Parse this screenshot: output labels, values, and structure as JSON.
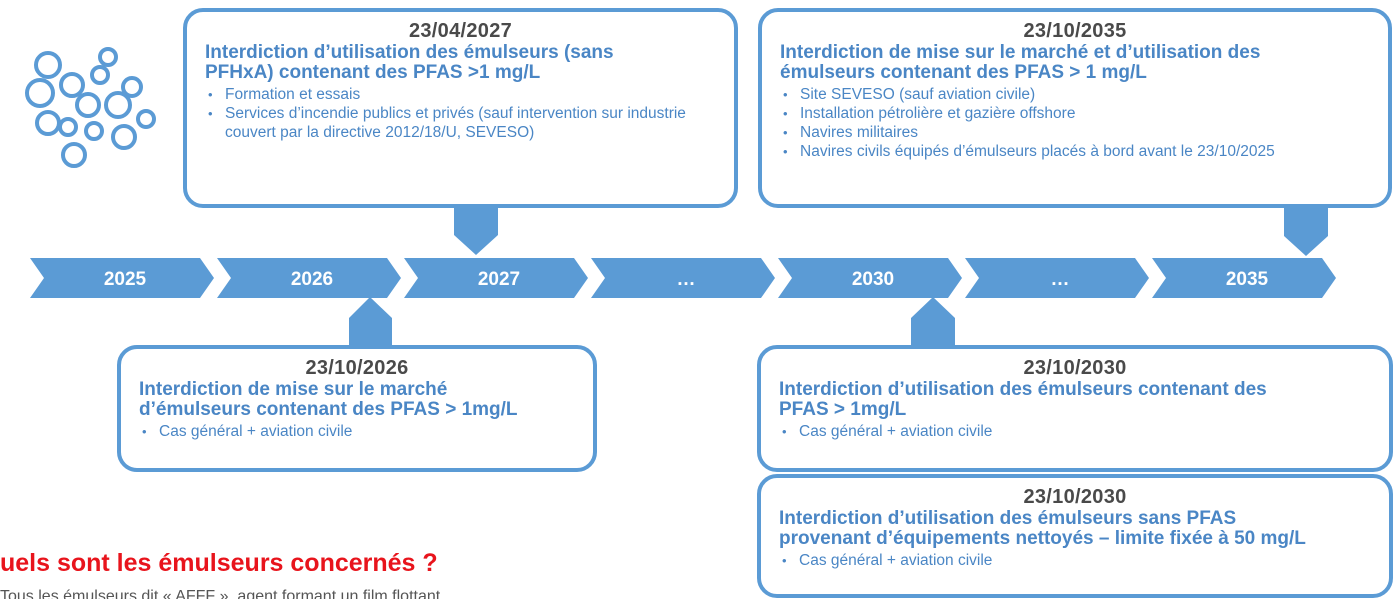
{
  "timeline": {
    "years": [
      "2025",
      "2026",
      "2027",
      "…",
      "2030",
      "…",
      "2035"
    ],
    "colors": {
      "arrow": "#5b9bd5",
      "label": "#ffffff"
    }
  },
  "cards": {
    "c2027": {
      "date": "23/04/2027",
      "title_lines": [
        "Interdiction d’utilisation des émulseurs (sans",
        "PFHxA) contenant des PFAS >1 mg/L"
      ],
      "bullets": [
        "Formation et essais",
        "Services d’incendie publics et privés (sauf intervention sur industrie couvert par la directive 2012/18/U, SEVESO)"
      ]
    },
    "c2035": {
      "date": "23/10/2035",
      "title_lines": [
        "Interdiction de mise sur le marché et d’utilisation des",
        "émulseurs contenant des PFAS > 1 mg/L"
      ],
      "bullets": [
        "Site SEVESO (sauf aviation civile)",
        "Installation pétrolière et gazière offshore",
        "Navires militaires",
        "Navires civils équipés d’émulseurs placés à bord avant le 23/10/2025"
      ]
    },
    "c2026": {
      "date": "23/10/2026",
      "title_lines": [
        "Interdiction de mise sur le marché",
        "d’émulseurs contenant des PFAS > 1mg/L"
      ],
      "bullets": [
        "Cas général + aviation civile"
      ]
    },
    "c2030a": {
      "date": "23/10/2030",
      "title_lines": [
        "Interdiction d’utilisation des émulseurs contenant des",
        "PFAS > 1mg/L"
      ],
      "bullets": [
        "Cas  général + aviation civile"
      ]
    },
    "c2030b": {
      "date": "23/10/2030",
      "title_lines": [
        "Interdiction d’utilisation des émulseurs sans PFAS",
        "provenant d’équipements nettoyés – limite fixée à 50 mg/L"
      ],
      "bullets": [
        "Cas  général + aviation civile"
      ]
    }
  },
  "section": {
    "question": "uels sont les émulseurs concernés ?",
    "partial_line": "Tous les émulseurs dit « AFFF », agent formant un film flottant"
  },
  "theme": {
    "border": "#5b9bd5",
    "title": "#4a86c5",
    "date": "#4a4a4a",
    "question": "#e8141c"
  }
}
